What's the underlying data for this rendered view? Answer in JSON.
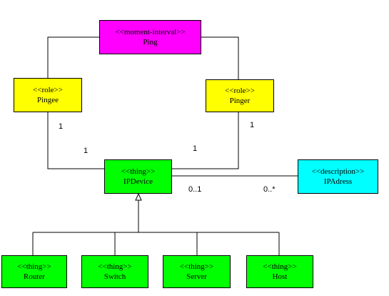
{
  "colors": {
    "moment_interval": "#ff00ff",
    "role": "#ffff00",
    "thing": "#00ff00",
    "description": "#00ffff",
    "line": "#000000"
  },
  "classes": {
    "ping": {
      "stereotype": "<<moment-interval>>",
      "name": "Ping"
    },
    "pingee": {
      "stereotype": "<<role>>",
      "name": "Pingee"
    },
    "pinger": {
      "stereotype": "<<role>>",
      "name": "Pinger"
    },
    "ipdevice": {
      "stereotype": "<<thing>>",
      "name": "IPDevice"
    },
    "ipadress": {
      "stereotype": "<<description>>",
      "name": "IPAdress"
    },
    "router": {
      "stereotype": "<<thing>>",
      "name": "Router"
    },
    "switch": {
      "stereotype": "<<thing>>",
      "name": "Switch"
    },
    "server": {
      "stereotype": "<<thing>>",
      "name": "Server"
    },
    "host": {
      "stereotype": "<<thing>>",
      "name": "Host"
    }
  },
  "multiplicities": {
    "pingee_end": "1",
    "pingee_ipdevice_end": "1",
    "pinger_end": "1",
    "pinger_ipdevice_end": "1",
    "ipdevice_to_ipadress": "0..1",
    "ipadress_from_ipdevice": "0..*"
  }
}
